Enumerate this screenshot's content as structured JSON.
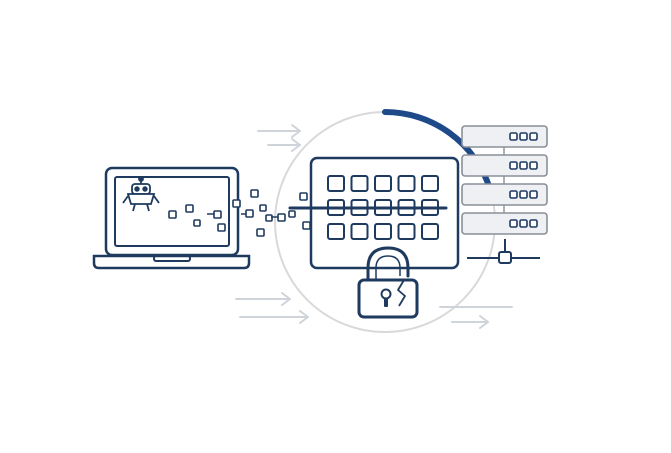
{
  "colors": {
    "primary": "#1e3a5f",
    "accent_blue": "#1f4a8a",
    "grey_ring": "#d9d9d9",
    "grey_line": "#cfd4da",
    "server_fill": "#eef0f3",
    "server_stroke": "#8a9099",
    "background": "#ffffff"
  },
  "progress_ring": {
    "fraction": 0.2
  },
  "icons": {
    "laptop": "laptop-icon",
    "bot": "robot-bot-icon",
    "keypad": "keypad-grid-icon",
    "lock": "broken-padlock-icon",
    "server": "server-rack-icon",
    "arrows": "motion-arrow-icon"
  },
  "keypad": {
    "rows": 3,
    "cols": 5,
    "slash_row": 1
  },
  "server": {
    "units": 4,
    "leds_per_unit": 3
  }
}
